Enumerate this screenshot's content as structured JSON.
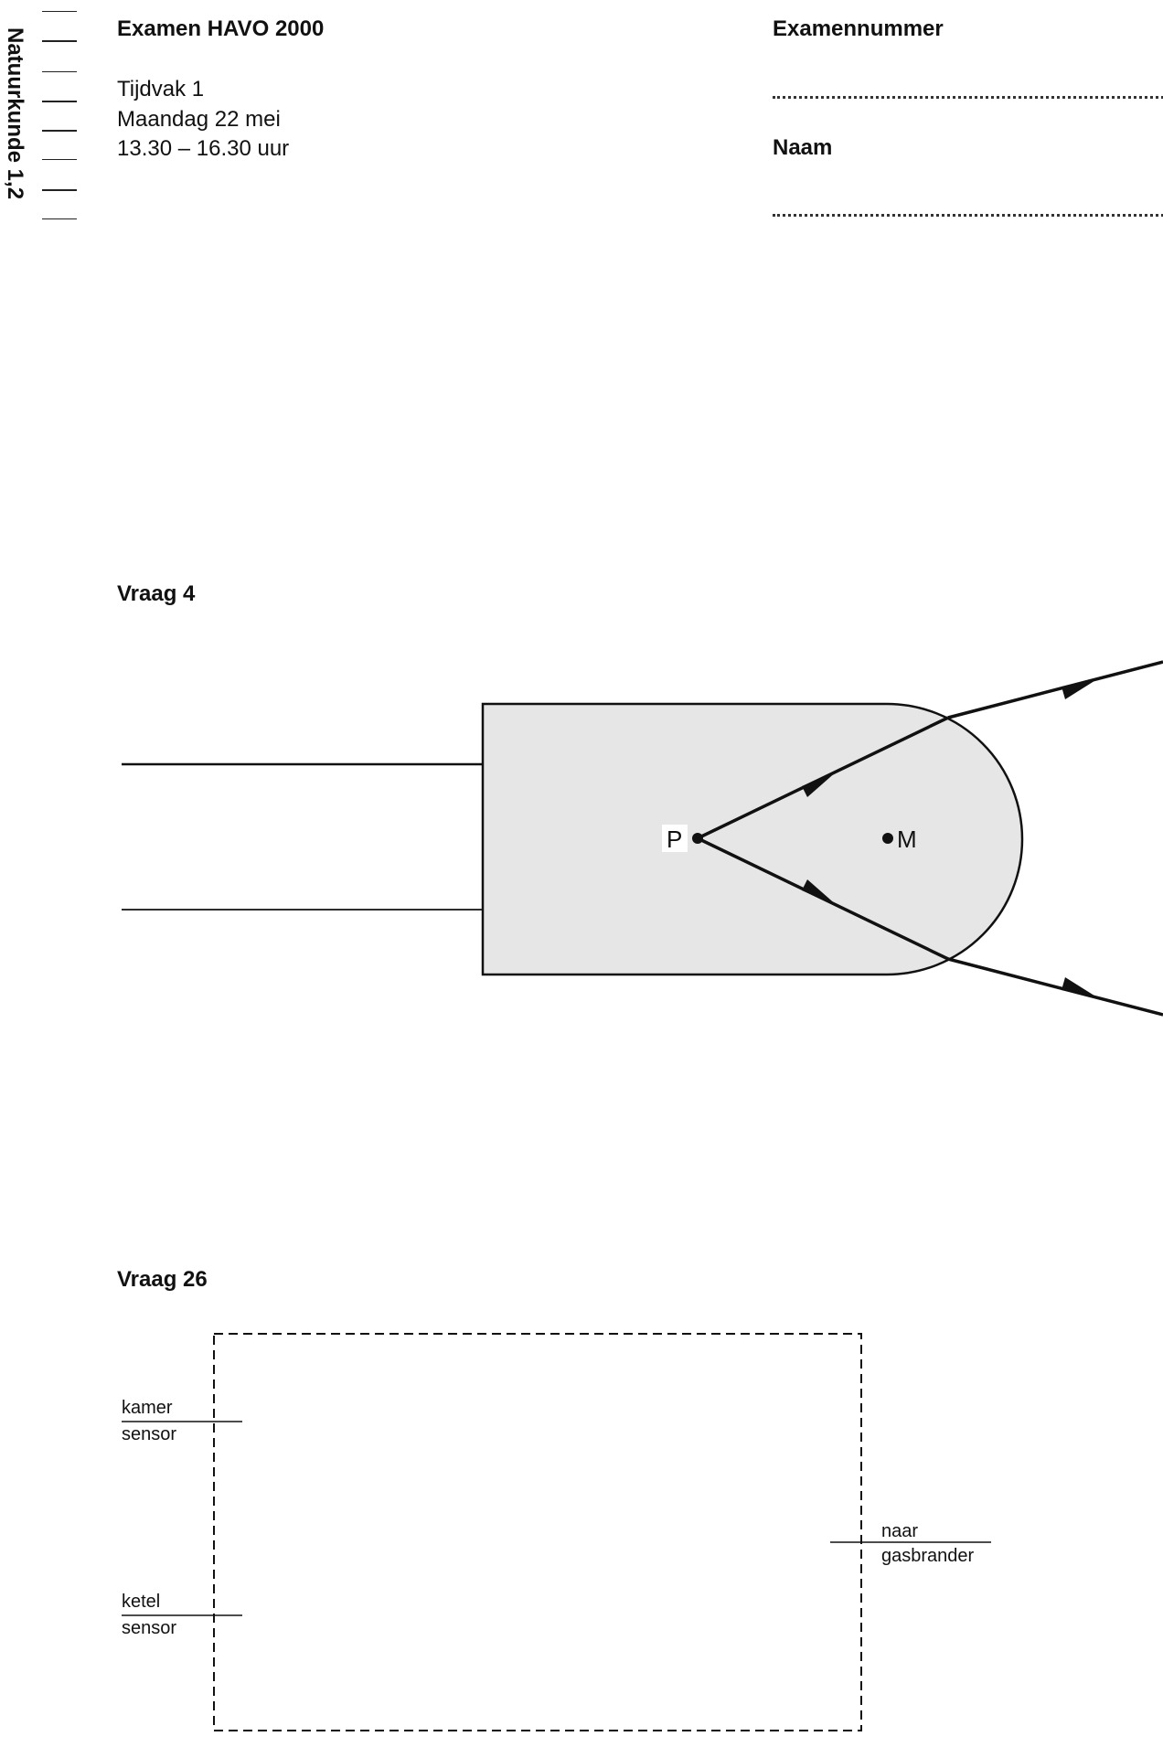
{
  "sidebar": {
    "subject_label": "Natuurkunde 1,2"
  },
  "header": {
    "exam_title": "Examen HAVO 2000",
    "period": "Tijdvak 1",
    "date": "Maandag 22 mei",
    "time": "13.30 – 16.30 uur",
    "exam_number_label": "Examennummer",
    "name_label": "Naam"
  },
  "question4": {
    "title": "Vraag 4",
    "point_p": "P",
    "point_m": "M"
  },
  "question26": {
    "title": "Vraag 26",
    "input1_top": "kamer",
    "input1_bottom": "sensor",
    "input2_top": "ketel",
    "input2_bottom": "sensor",
    "output_top": "naar",
    "output_bottom": "gasbrander"
  }
}
